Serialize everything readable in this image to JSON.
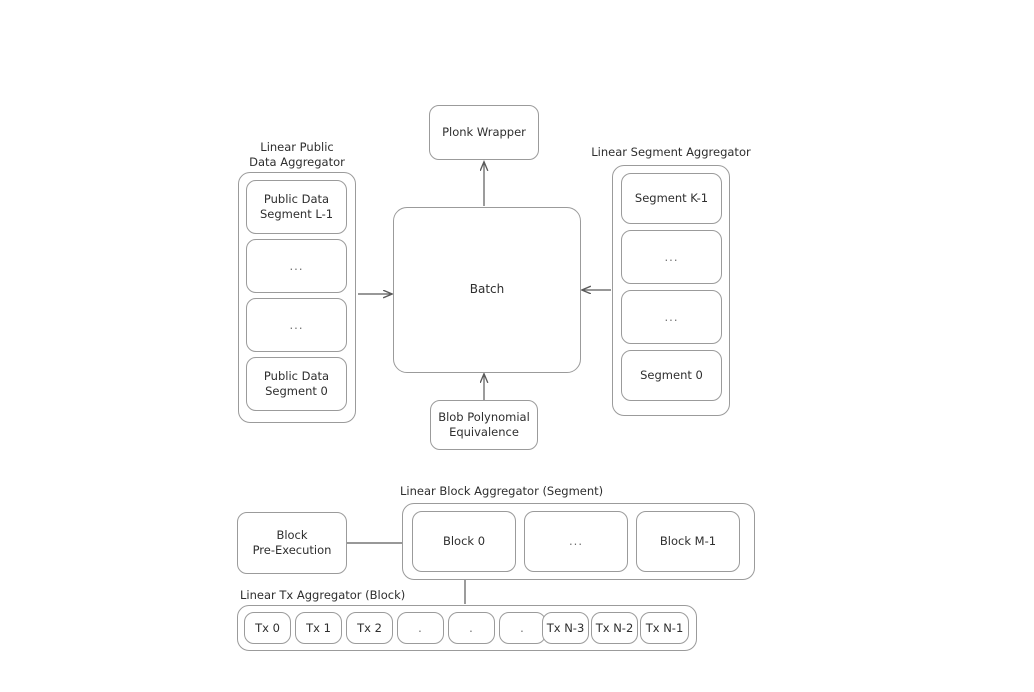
{
  "diagram": {
    "title_present": false,
    "colors": {
      "background": "#ffffff",
      "stroke": "#9b9b9b",
      "text": "#2e2e2e",
      "arrow": "#5a5a5a"
    },
    "top": {
      "plonk_wrapper": {
        "label": "Plonk Wrapper"
      },
      "batch": {
        "label": "Batch"
      },
      "blob": {
        "label": "Blob Polynomial\nEquivalence"
      },
      "public_data_aggregator": {
        "group_label": "Linear Public\nData Aggregator",
        "items": [
          {
            "label": "Public Data\nSegment L-1"
          },
          {
            "label": "..."
          },
          {
            "label": "..."
          },
          {
            "label": "Public Data\nSegment 0"
          }
        ]
      },
      "segment_aggregator": {
        "group_label": "Linear Segment Aggregator",
        "items": [
          {
            "label": "Segment K-1"
          },
          {
            "label": "..."
          },
          {
            "label": "..."
          },
          {
            "label": "Segment 0"
          }
        ]
      }
    },
    "bottom": {
      "block_pre_execution": {
        "label": "Block\nPre-Execution"
      },
      "block_aggregator": {
        "group_label": "Linear Block Aggregator (Segment)",
        "items": [
          {
            "label": "Block 0"
          },
          {
            "label": "..."
          },
          {
            "label": "Block M-1"
          }
        ]
      },
      "tx_aggregator": {
        "group_label": "Linear Tx Aggregator (Block)",
        "items": [
          {
            "label": "Tx 0"
          },
          {
            "label": "Tx 1"
          },
          {
            "label": "Tx 2"
          },
          {
            "label": "."
          },
          {
            "label": "."
          },
          {
            "label": "."
          },
          {
            "label": "Tx N-3"
          },
          {
            "label": "Tx N-2"
          },
          {
            "label": "Tx N-1"
          }
        ]
      }
    }
  }
}
